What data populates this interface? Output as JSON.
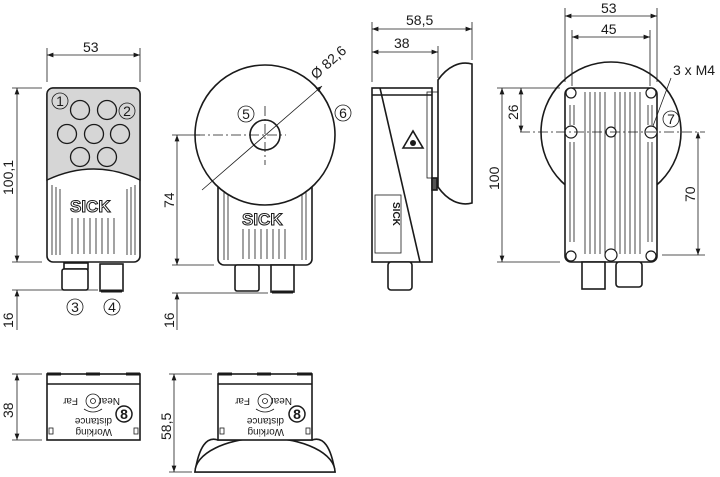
{
  "drawing": {
    "brand": "SICK",
    "front_view": {
      "width": "53",
      "height": "100,1",
      "connector_length": "16",
      "callouts": [
        "1",
        "2",
        "3",
        "4"
      ]
    },
    "lens_view": {
      "diameter": "Ø 82,6",
      "center_height": "74",
      "connector_length": "16",
      "callouts": [
        "5",
        "6"
      ]
    },
    "side_view": {
      "total_depth": "58,5",
      "body_depth": "38"
    },
    "back_view": {
      "width": "53",
      "hole_spacing": "45",
      "height": "100",
      "top_offset": "26",
      "hole_distance": "70",
      "thread": "3 x M4",
      "callout": "7"
    },
    "top_view_small": {
      "depth": "38",
      "callout": "8",
      "label_near": "Near",
      "label_far": "Far",
      "label_working": "Working",
      "label_distance": "distance"
    },
    "top_view_large": {
      "depth": "58,5",
      "callout": "8",
      "label_near": "Near",
      "label_far": "Far",
      "label_working": "Working",
      "label_distance": "distance"
    }
  }
}
